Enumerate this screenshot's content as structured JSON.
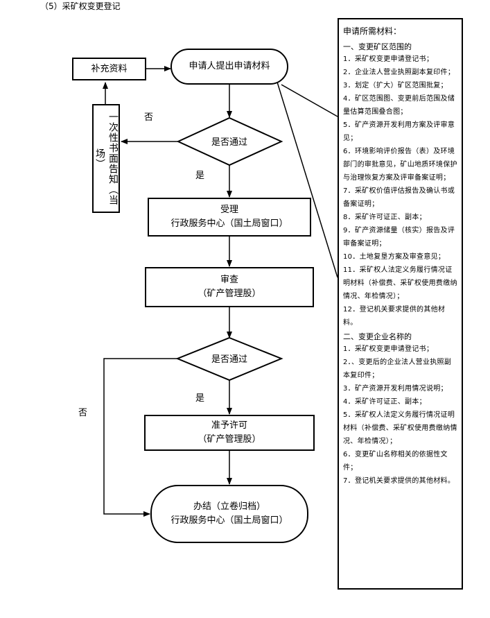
{
  "title": "（5）采矿权变更登记",
  "flow": {
    "start": "申请人提出申请材料",
    "supplement": "补充资料",
    "notice": "一次性书面告知（当场）",
    "decision1": "是否通过",
    "accept_line1": "受理",
    "accept_line2": "行政服务中心（国土局窗口）",
    "review_line1": "审查",
    "review_line2": "（矿产管理股）",
    "decision2": "是否通过",
    "permit_line1": "准予许可",
    "permit_line2": "（矿产管理股）",
    "end_line1": "办结（立卷归档）",
    "end_line2": "行政服务中心（国土局窗口）",
    "yes": "是",
    "no": "否"
  },
  "materials": {
    "heading": "申请所需材料：",
    "section1": "一、变更矿区范围的",
    "items1": [
      "1．采矿权变更申请登记书；",
      "2．企业法人营业执照副本复印件；",
      "3．划定（扩大）矿区范围批复；",
      "4．矿区范围图、变更前后范围及储量估算范围叠合图；",
      "5．矿产资源开发利用方案及评审意见；",
      "6．环境影响评价报告（表）及环境部门的审批意见，矿山地质环境保护与治理恢复方案及评审备案证明；",
      "7．采矿权价值评估报告及确认书或备案证明；",
      "8．采矿许可证正、副本；",
      "9．矿产资源储量（核实）报告及评审备案证明；",
      "10．土地复垦方案及审查意见；",
      "11．采矿权人法定义务履行情况证明材料（补偿费、采矿权使用费缴纳情况、年检情况）；",
      "12．登记机关要求提供的其他材料。"
    ],
    "section2": "二、变更企业名称的",
    "items2": [
      "1．采矿权变更申请登记书；",
      "2．、变更后的企业法人营业执照副本复印件；",
      "3．矿产资源开发利用情况说明；",
      "4．采矿许可证正、副本；",
      "5．采矿权人法定义务履行情况证明材料（补偿费、采矿权使用费缴纳情况、年检情况）；",
      "6．变更矿山名称相关的依据性文件；",
      "7．登记机关要求提供的其他材料。"
    ]
  }
}
